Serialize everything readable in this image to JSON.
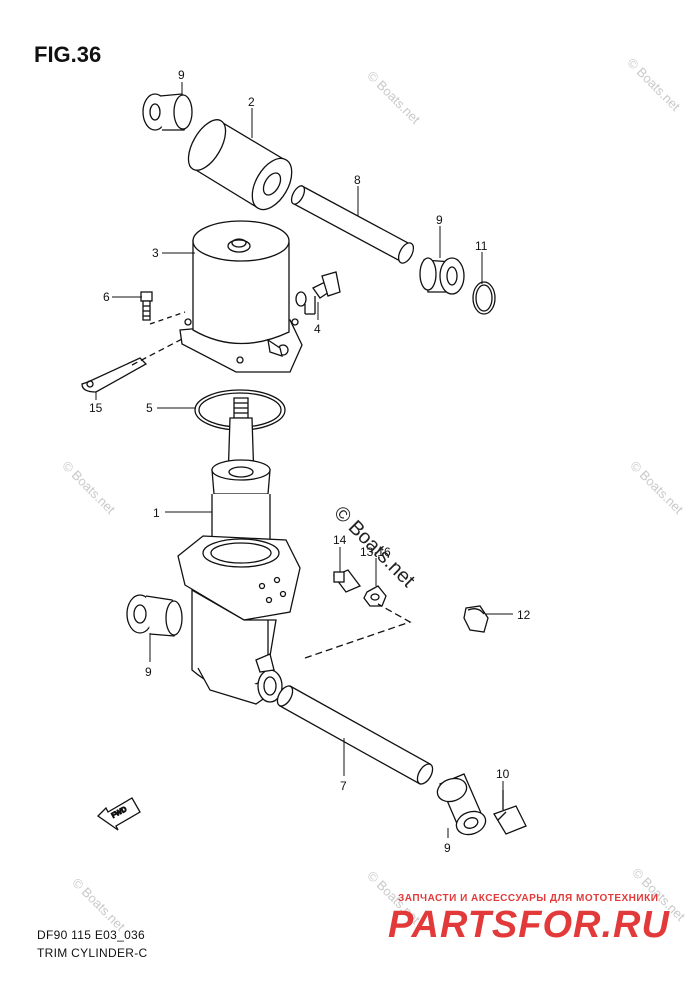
{
  "figure": {
    "title": "FIG.36",
    "model_code": "DF90 115 E03_036",
    "caption": "TRIM CYLINDER-C"
  },
  "watermarks": {
    "main": "© Boats.net",
    "small": "© Boats.net"
  },
  "branding": {
    "tagline": "ЗАПЧАСТИ И АКСЕССУАРЫ ДЛЯ МОТОТЕХНИКИ",
    "logo": "PARTSFOR.RU"
  },
  "direction_marker": "FWD",
  "callouts": [
    {
      "id": "1",
      "text": "1"
    },
    {
      "id": "2",
      "text": "2"
    },
    {
      "id": "3",
      "text": "3"
    },
    {
      "id": "4",
      "text": "4"
    },
    {
      "id": "5",
      "text": "5"
    },
    {
      "id": "6",
      "text": "6"
    },
    {
      "id": "7",
      "text": "7"
    },
    {
      "id": "8",
      "text": "8"
    },
    {
      "id": "9a",
      "text": "9"
    },
    {
      "id": "9b",
      "text": "9"
    },
    {
      "id": "9c",
      "text": "9"
    },
    {
      "id": "9d",
      "text": "9"
    },
    {
      "id": "10",
      "text": "10"
    },
    {
      "id": "11",
      "text": "11"
    },
    {
      "id": "12",
      "text": "12"
    },
    {
      "id": "13",
      "text": "13·16"
    },
    {
      "id": "14",
      "text": "14"
    },
    {
      "id": "15",
      "text": "15"
    }
  ]
}
